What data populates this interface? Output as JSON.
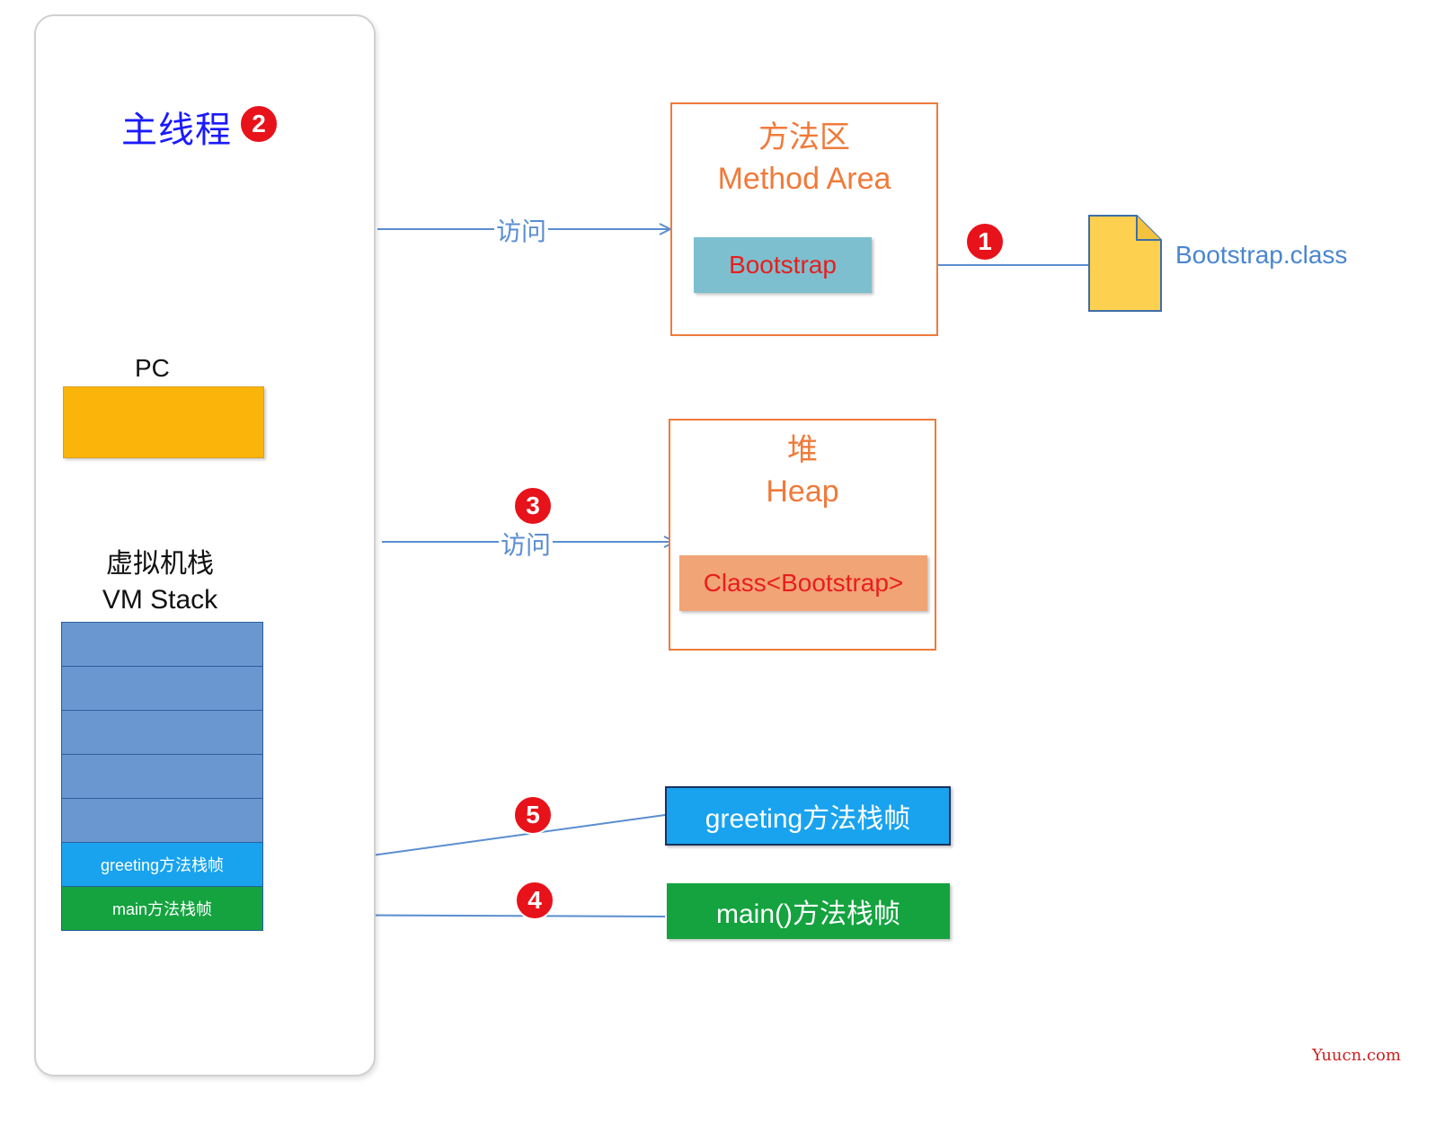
{
  "thread": {
    "title": "主线程",
    "badge": "2"
  },
  "pc": {
    "label": "PC"
  },
  "vm_stack": {
    "title_cn": "虚拟机栈",
    "title_en": "VM Stack",
    "frames": [
      "greeting方法栈帧",
      "main方法栈帧"
    ]
  },
  "method_area": {
    "title_cn": "方法区",
    "title_en": "Method Area",
    "content": "Bootstrap"
  },
  "heap": {
    "title_cn": "堆",
    "title_en": "Heap",
    "content": "Class<Bootstrap>"
  },
  "class_file": {
    "label": "Bootstrap.class"
  },
  "connectors": {
    "access_1": "访问",
    "access_2": "访问"
  },
  "steps": [
    "1",
    "2",
    "3",
    "4",
    "5"
  ],
  "external_frames": {
    "greeting": "greeting方法栈帧",
    "main": "main()方法栈帧"
  },
  "watermark": "Yuucn.com",
  "colors": {
    "arrow": "#5a8ed0",
    "area_border": "#f07a3a",
    "badge": "#e8121a",
    "pc": "#fbb40a",
    "greeting": "#19a3ee",
    "main": "#14a33f"
  }
}
